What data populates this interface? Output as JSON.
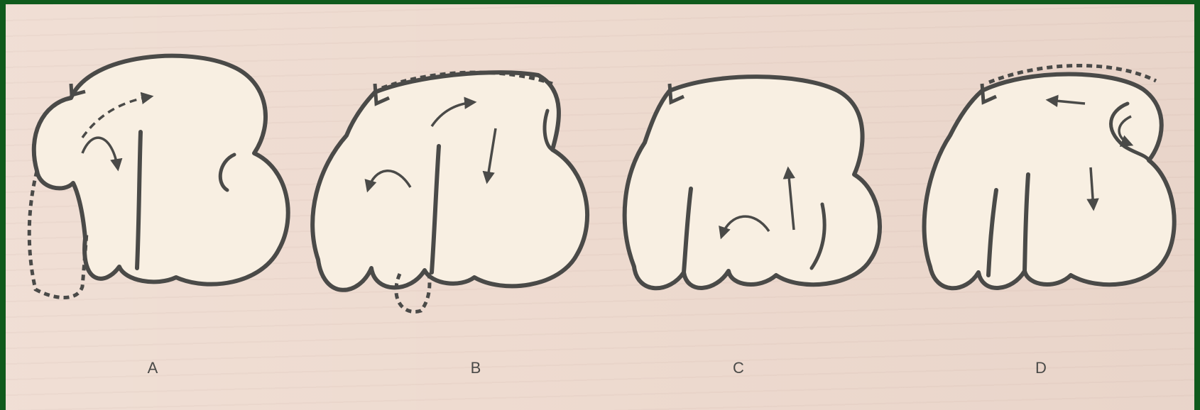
{
  "panels": [
    {
      "label": "A"
    },
    {
      "label": "B"
    },
    {
      "label": "C"
    },
    {
      "label": "D"
    }
  ],
  "colors": {
    "frame": "#0f5a1c",
    "paper": "#eedbd0",
    "organ_fill": "#f8efe2",
    "ink": "#4a4a48"
  }
}
